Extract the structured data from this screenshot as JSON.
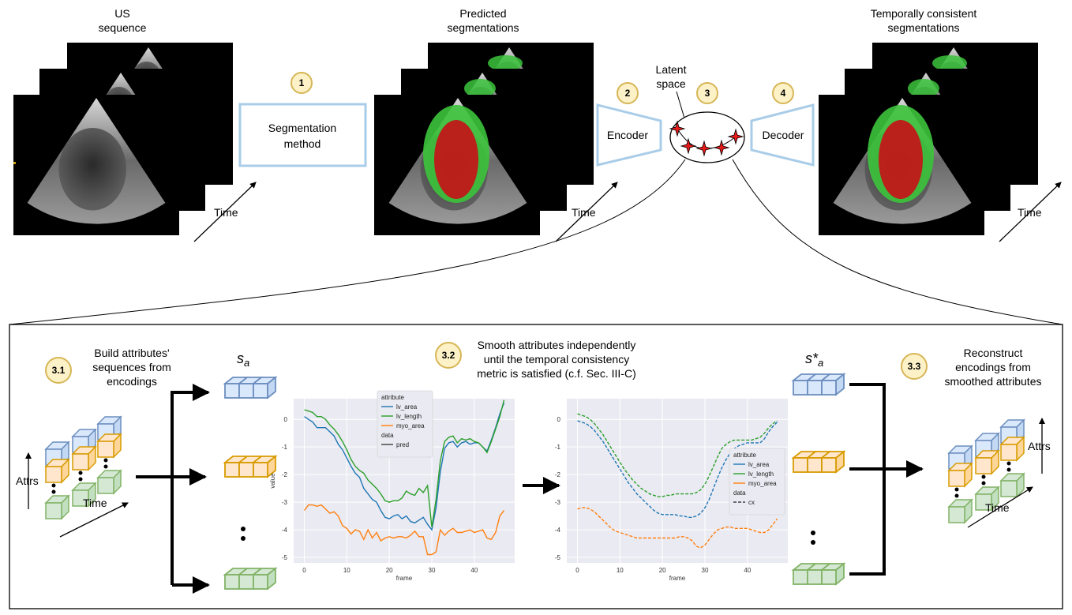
{
  "top": {
    "us_label": [
      "US",
      "sequence"
    ],
    "pred_label": [
      "Predicted",
      "segmentations"
    ],
    "consistent_label": [
      "Temporally consistent",
      "segmentations"
    ],
    "latent_label": [
      "Latent",
      "space"
    ],
    "time": "Time",
    "seg_method": [
      "Segmentation",
      "method"
    ],
    "encoder": "Encoder",
    "decoder": "Decoder",
    "steps": [
      "1",
      "2",
      "3",
      "4"
    ]
  },
  "bottom": {
    "step31": "3.1",
    "step31_text": [
      "Build attributes'",
      "sequences from",
      "encodings"
    ],
    "step32": "3.2",
    "step32_text": [
      "Smooth attributes independently",
      "until the temporal consistency",
      "metric is satisfied (c.f. Sec. III-C)"
    ],
    "step33": "3.3",
    "step33_text": [
      "Reconstruct",
      "encodings from",
      "smoothed attributes"
    ],
    "sa": "s",
    "sa_sub": "a",
    "s_star": "s*",
    "s_star_sub": "a",
    "attrs": "Attrs",
    "time": "Time"
  },
  "colors": {
    "blue": "#1f77b4",
    "green": "#2ca02c",
    "orange": "#ff7f0e",
    "box_blue": "#a9cde8",
    "step_fill": "#fdf1c7",
    "step_stroke": "#d6b656"
  },
  "chart_data": [
    {
      "type": "line",
      "x": [
        0,
        1,
        2,
        3,
        4,
        5,
        6,
        7,
        8,
        9,
        10,
        11,
        12,
        13,
        14,
        15,
        16,
        17,
        18,
        19,
        20,
        21,
        22,
        23,
        24,
        25,
        26,
        27,
        28,
        29,
        30,
        31,
        32,
        33,
        34,
        35,
        36,
        37,
        38,
        39,
        40,
        41,
        42,
        43,
        44,
        45,
        46,
        47
      ],
      "xlabel": "frame",
      "ylabel": "value",
      "xticks": [
        0,
        10,
        20,
        30,
        40
      ],
      "yticks": [
        0,
        -1,
        -2,
        -3,
        -4,
        -5
      ],
      "xlim": [
        -2.5,
        49.5
      ],
      "ylim": [
        -5.2,
        0.75
      ],
      "legend": {
        "title1": "attribute",
        "title2": "data",
        "style": "pred",
        "placement": "top-center"
      },
      "series": [
        {
          "name": "lv_area",
          "color": "#1f77b4",
          "dash": "solid",
          "values": [
            0.1,
            0.0,
            -0.1,
            -0.3,
            -0.3,
            -0.3,
            -0.45,
            -0.6,
            -0.9,
            -1.1,
            -1.4,
            -1.7,
            -1.95,
            -2.1,
            -2.5,
            -2.7,
            -2.9,
            -3.0,
            -3.3,
            -3.55,
            -3.6,
            -3.5,
            -3.45,
            -3.6,
            -3.5,
            -3.7,
            -3.75,
            -3.65,
            -3.55,
            -3.8,
            -4.0,
            -3.2,
            -1.9,
            -1.05,
            -0.85,
            -0.8,
            -1.0,
            -0.85,
            -0.8,
            -0.9,
            -0.85,
            -0.85,
            -1.0,
            -1.15,
            -0.75,
            -0.3,
            0.2,
            0.6
          ]
        },
        {
          "name": "lv_length",
          "color": "#2ca02c",
          "dash": "solid",
          "values": [
            0.35,
            0.3,
            0.25,
            0.1,
            0.1,
            0.0,
            -0.2,
            -0.35,
            -0.55,
            -0.8,
            -1.1,
            -1.45,
            -1.7,
            -1.85,
            -1.95,
            -2.2,
            -2.35,
            -2.5,
            -2.7,
            -2.95,
            -3.0,
            -2.95,
            -2.95,
            -2.85,
            -2.6,
            -2.7,
            -2.75,
            -2.5,
            -2.65,
            -2.4,
            -3.9,
            -2.9,
            -1.5,
            -0.8,
            -0.65,
            -0.6,
            -0.85,
            -0.7,
            -0.75,
            -0.7,
            -0.8,
            -0.85,
            -1.0,
            -1.2,
            -0.8,
            -0.35,
            0.1,
            0.7
          ]
        },
        {
          "name": "myo_area",
          "color": "#ff7f0e",
          "dash": "solid",
          "values": [
            -3.3,
            -3.1,
            -3.1,
            -3.15,
            -3.1,
            -3.25,
            -3.4,
            -3.35,
            -3.5,
            -3.85,
            -3.95,
            -4.15,
            -4.0,
            -4.05,
            -4.35,
            -4.0,
            -4.3,
            -4.1,
            -4.4,
            -4.3,
            -4.25,
            -4.3,
            -4.25,
            -4.25,
            -4.3,
            -4.2,
            -4.05,
            -4.25,
            -4.25,
            -4.9,
            -4.9,
            -4.8,
            -4.0,
            -4.2,
            -4.05,
            -3.95,
            -4.1,
            -4.1,
            -4.05,
            -4.0,
            -4.1,
            -4.05,
            -4.0,
            -4.3,
            -4.35,
            -4.1,
            -3.5,
            -3.3
          ]
        }
      ]
    },
    {
      "type": "line",
      "x": [
        0,
        1,
        2,
        3,
        4,
        5,
        6,
        7,
        8,
        9,
        10,
        11,
        12,
        13,
        14,
        15,
        16,
        17,
        18,
        19,
        20,
        21,
        22,
        23,
        24,
        25,
        26,
        27,
        28,
        29,
        30,
        31,
        32,
        33,
        34,
        35,
        36,
        37,
        38,
        39,
        40,
        41,
        42,
        43,
        44,
        45,
        46,
        47
      ],
      "xlabel": "frame",
      "ylabel": "",
      "xticks": [
        0,
        10,
        20,
        30,
        40
      ],
      "yticks": [
        0,
        -1,
        -2,
        -3,
        -4,
        -5
      ],
      "xlim": [
        -2.5,
        49.5
      ],
      "ylim": [
        -5.2,
        0.75
      ],
      "legend": {
        "title1": "attribute",
        "title2": "data",
        "style": "cx",
        "placement": "right"
      },
      "series": [
        {
          "name": "lv_area",
          "color": "#1f77b4",
          "dash": "dashed",
          "values": [
            -0.05,
            -0.1,
            -0.15,
            -0.25,
            -0.4,
            -0.6,
            -0.8,
            -1.05,
            -1.3,
            -1.55,
            -1.8,
            -2.05,
            -2.3,
            -2.5,
            -2.7,
            -2.85,
            -3.0,
            -3.15,
            -3.3,
            -3.4,
            -3.45,
            -3.45,
            -3.45,
            -3.45,
            -3.5,
            -3.5,
            -3.55,
            -3.55,
            -3.5,
            -3.4,
            -3.2,
            -2.9,
            -2.5,
            -2.1,
            -1.75,
            -1.45,
            -1.2,
            -1.05,
            -0.95,
            -0.9,
            -0.85,
            -0.85,
            -0.85,
            -0.85,
            -0.7,
            -0.45,
            -0.25,
            -0.1
          ]
        },
        {
          "name": "lv_length",
          "color": "#2ca02c",
          "dash": "dashed",
          "values": [
            0.2,
            0.15,
            0.1,
            0.0,
            -0.15,
            -0.35,
            -0.55,
            -0.8,
            -1.05,
            -1.3,
            -1.55,
            -1.8,
            -2.0,
            -2.2,
            -2.35,
            -2.5,
            -2.6,
            -2.7,
            -2.75,
            -2.8,
            -2.8,
            -2.75,
            -2.75,
            -2.7,
            -2.7,
            -2.7,
            -2.7,
            -2.7,
            -2.65,
            -2.55,
            -2.35,
            -2.05,
            -1.7,
            -1.35,
            -1.05,
            -0.9,
            -0.8,
            -0.75,
            -0.75,
            -0.75,
            -0.75,
            -0.75,
            -0.7,
            -0.65,
            -0.5,
            -0.3,
            -0.15,
            -0.05
          ]
        },
        {
          "name": "myo_area",
          "color": "#ff7f0e",
          "dash": "dashed",
          "values": [
            -3.25,
            -3.2,
            -3.2,
            -3.25,
            -3.35,
            -3.5,
            -3.65,
            -3.8,
            -3.95,
            -4.05,
            -4.1,
            -4.15,
            -4.2,
            -4.25,
            -4.3,
            -4.3,
            -4.3,
            -4.3,
            -4.3,
            -4.3,
            -4.3,
            -4.3,
            -4.3,
            -4.3,
            -4.25,
            -4.25,
            -4.3,
            -4.4,
            -4.6,
            -4.65,
            -4.55,
            -4.35,
            -4.15,
            -4.0,
            -3.95,
            -3.9,
            -3.9,
            -3.95,
            -3.95,
            -3.95,
            -3.95,
            -4.0,
            -4.05,
            -4.1,
            -4.1,
            -4.0,
            -3.8,
            -3.6
          ]
        }
      ]
    }
  ]
}
